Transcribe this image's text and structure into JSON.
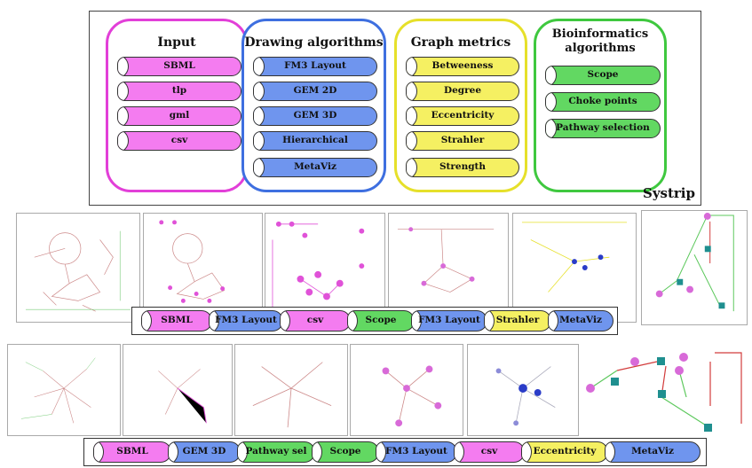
{
  "groups": {
    "input": {
      "title": "Input",
      "color": "#e23fd8",
      "items": [
        "SBML",
        "tlp",
        "gml",
        "csv"
      ]
    },
    "drawing": {
      "title": "Drawing algorithms",
      "color": "#3e6fe0",
      "items": [
        "FM3 Layout",
        "GEM 2D",
        "GEM 3D",
        "Hierarchical",
        "MetaViz"
      ]
    },
    "metrics": {
      "title": "Graph metrics",
      "color": "#e6e02a",
      "items": [
        "Betweeness",
        "Degree",
        "Eccentricity",
        "Strahler",
        "Strength"
      ]
    },
    "bioinfo": {
      "title_line1": "Bioinformatics",
      "title_line2": "algorithms",
      "color": "#3fc83f",
      "items": [
        "Scope",
        "Choke points",
        "Pathway selection"
      ]
    }
  },
  "software_label": "Systrip",
  "pipeline1": [
    {
      "label": "SBML",
      "color": "magenta"
    },
    {
      "label": "FM3 Layout",
      "color": "blue"
    },
    {
      "label": "csv",
      "color": "magenta"
    },
    {
      "label": "Scope",
      "color": "green"
    },
    {
      "label": "FM3 Layout",
      "color": "blue"
    },
    {
      "label": "Strahler",
      "color": "yellow"
    },
    {
      "label": "MetaViz",
      "color": "blue"
    }
  ],
  "pipeline2": [
    {
      "label": "SBML",
      "color": "magenta"
    },
    {
      "label": "GEM 3D",
      "color": "blue"
    },
    {
      "label": "Pathway sel",
      "color": "green"
    },
    {
      "label": "Scope",
      "color": "green"
    },
    {
      "label": "FM3 Layout",
      "color": "blue"
    },
    {
      "label": "csv",
      "color": "magenta"
    },
    {
      "label": "Eccentricity",
      "color": "yellow"
    },
    {
      "label": "MetaViz",
      "color": "blue"
    }
  ],
  "colors": {
    "magenta": "#f47cf0",
    "blue": "#6f95ee",
    "yellow": "#f5f062",
    "green": "#62d862",
    "edge_red": "#d23c3c",
    "edge_green": "#5cc85c",
    "node_teal": "#1f8f8f",
    "node_pink": "#d86ad8"
  }
}
